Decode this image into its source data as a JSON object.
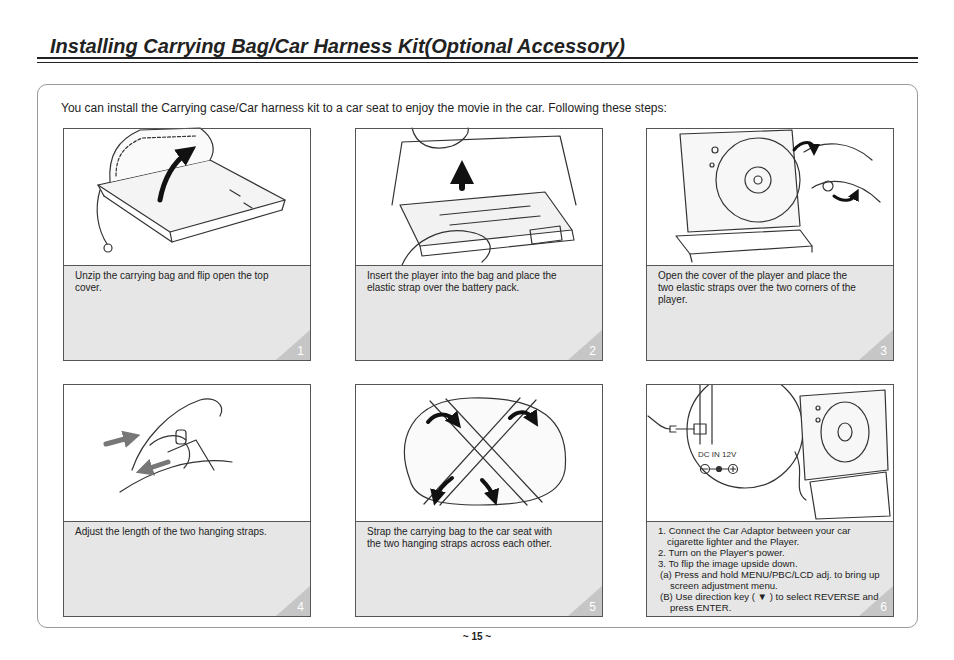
{
  "diagram": {
    "title": "Installing Carrying Bag/Car Harness Kit(Optional Accessory)",
    "nodes": [
      {
        "text": [
          "You can install the Carrying case/Car harness kit to a car seat to enjoy the movie in the car. Following these steps:"
        ]
      },
      {
        "text": [
          "Unzip the carrying bag and flip open the top cover.",
          "1"
        ],
        "in": 0
      },
      {
        "text": [
          "Insert the player into the bag and place the elastic strap over the battery pack.",
          "2"
        ],
        "in": 0
      },
      {
        "text": [
          "Open the cover of the player and place the two elastic straps over the two corners of the player.",
          "3"
        ],
        "in": 0
      },
      {
        "text": [
          "Adjust the length of the two hanging straps.",
          "4"
        ],
        "in": 0
      },
      {
        "text": [
          "Strap the carrying bag to the car seat with the two hanging straps across each other.",
          "5"
        ],
        "in": 0
      },
      {
        "text": [
          "1. Connect the Car Adaptor between your car cigarette lighter and the Player.",
          "2. Turn on the Player's power.",
          "3. To flip the image upside down.",
          "(a) Press and hold MENU/PBC/LCD adj. to bring up screen adjustment menu.",
          "(B) Use direction key ( ▼ ) to select REVERSE and press ENTER.",
          "6"
        ],
        "in": 0
      }
    ],
    "labels": [
      "DC IN 12V",
      "~ 15 ~"
    ]
  }
}
